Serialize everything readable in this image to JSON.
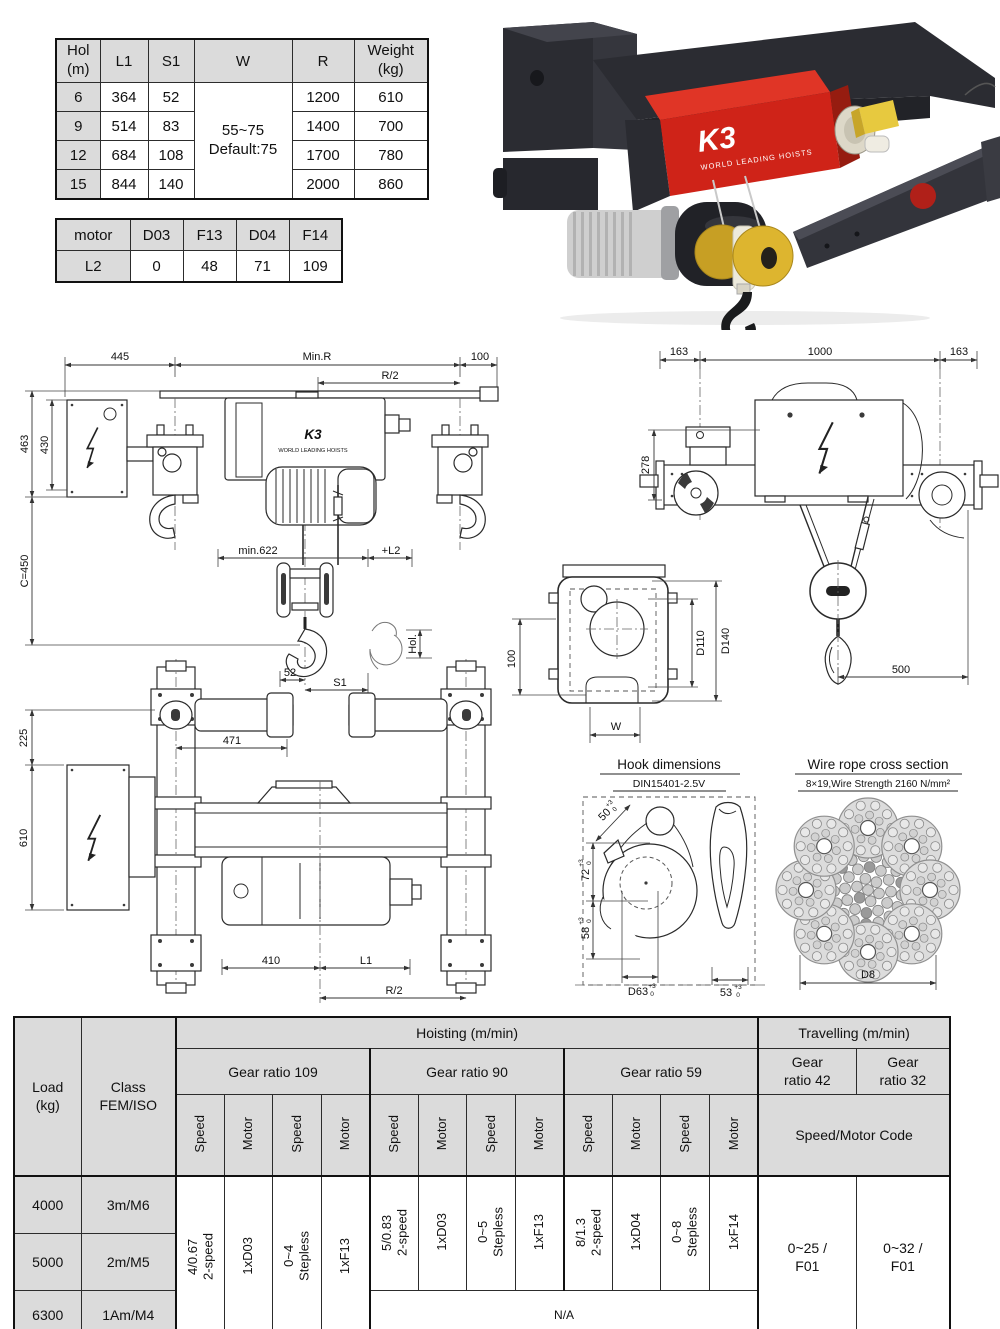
{
  "spec_table": {
    "headers": {
      "hol": "Hol\n(m)",
      "l1": "L1",
      "s1": "S1",
      "w": "W",
      "r": "R",
      "weight": "Weight\n(kg)"
    },
    "w_value": "55~75\nDefault:75",
    "rows": [
      {
        "hol": "6",
        "l1": "364",
        "s1": "52",
        "r": "1200",
        "weight": "610"
      },
      {
        "hol": "9",
        "l1": "514",
        "s1": "83",
        "r": "1400",
        "weight": "700"
      },
      {
        "hol": "12",
        "l1": "684",
        "s1": "108",
        "r": "1700",
        "weight": "780"
      },
      {
        "hol": "15",
        "l1": "844",
        "s1": "140",
        "r": "2000",
        "weight": "860"
      }
    ]
  },
  "motor_table": {
    "headers": [
      "motor",
      "D03",
      "F13",
      "D04",
      "F14"
    ],
    "row": [
      "L2",
      "0",
      "48",
      "71",
      "109"
    ]
  },
  "product": {
    "brand": "K3",
    "tagline": "WORLD LEADING HOISTS",
    "body_color": "#cf2318",
    "frame_color": "#2b2c32",
    "hook_color": "#d9b02c"
  },
  "front_view": {
    "brand": "K3",
    "tagline": "WORLD LEADING HOISTS",
    "dims": {
      "d445": "445",
      "minR": "Min.R",
      "d100": "100",
      "r2": "R/2",
      "d463": "463",
      "d430": "430",
      "c450": "C=450",
      "min622": "min.622",
      "l2": "+L2",
      "d52": "52",
      "s1": "S1",
      "hol": "Hol."
    }
  },
  "side_view": {
    "dims": {
      "left163": "163",
      "mid1000": "1000",
      "right163": "163",
      "d278": "278",
      "d500": "500"
    }
  },
  "trolley_section": {
    "dims": {
      "d100": "100",
      "w": "W",
      "d110": "D110",
      "d140": "D140"
    }
  },
  "plan_view": {
    "dims": {
      "d225": "225",
      "d610": "610",
      "d471": "471",
      "d410": "410",
      "l1": "L1",
      "r2": "R/2"
    }
  },
  "hook_dims": {
    "title": "Hook dimensions",
    "standard": "DIN15401-2.5V",
    "d50": "50",
    "d72": "72",
    "d58": "58",
    "d63": "D63",
    "d53": "53",
    "tol_plus": "+3",
    "tol_zero": "0"
  },
  "wire_rope": {
    "title": "Wire rope cross section",
    "spec": "8×19,Wire Strength 2160 N/mm²",
    "dim": "D8"
  },
  "perf_table": {
    "load_header": "Load\n(kg)",
    "class_header": "Class\nFEM/ISO",
    "hoisting_header": "Hoisting (m/min)",
    "travelling_header": "Travelling (m/min)",
    "gear_groups": [
      "Gear ratio 109",
      "Gear ratio 90",
      "Gear ratio 59"
    ],
    "travel_gear_42": "Gear\nratio 42",
    "travel_gear_32": "Gear\nratio 32",
    "speed_label": "Speed",
    "motor_label": "Motor",
    "speed_motor_code": "Speed/Motor Code",
    "rows": [
      {
        "load": "4000",
        "class": "3m/M6"
      },
      {
        "load": "5000",
        "class": "2m/M5"
      },
      {
        "load": "6300",
        "class": "1Am/M4"
      }
    ],
    "gear109": [
      "4/0.67\n2-speed",
      "1xD03",
      "0~4\nStepless",
      "1xF13"
    ],
    "gear90": [
      "5/0.83\n2-speed",
      "1xD03",
      "0~5\nStepless",
      "1xF13"
    ],
    "gear59": [
      "8/1.3\n2-speed",
      "1xD04",
      "0~8\nStepless",
      "1xF14"
    ],
    "na": "N/A",
    "travel_42": "0~25 /\nF01",
    "travel_32": "0~32 /\nF01"
  }
}
